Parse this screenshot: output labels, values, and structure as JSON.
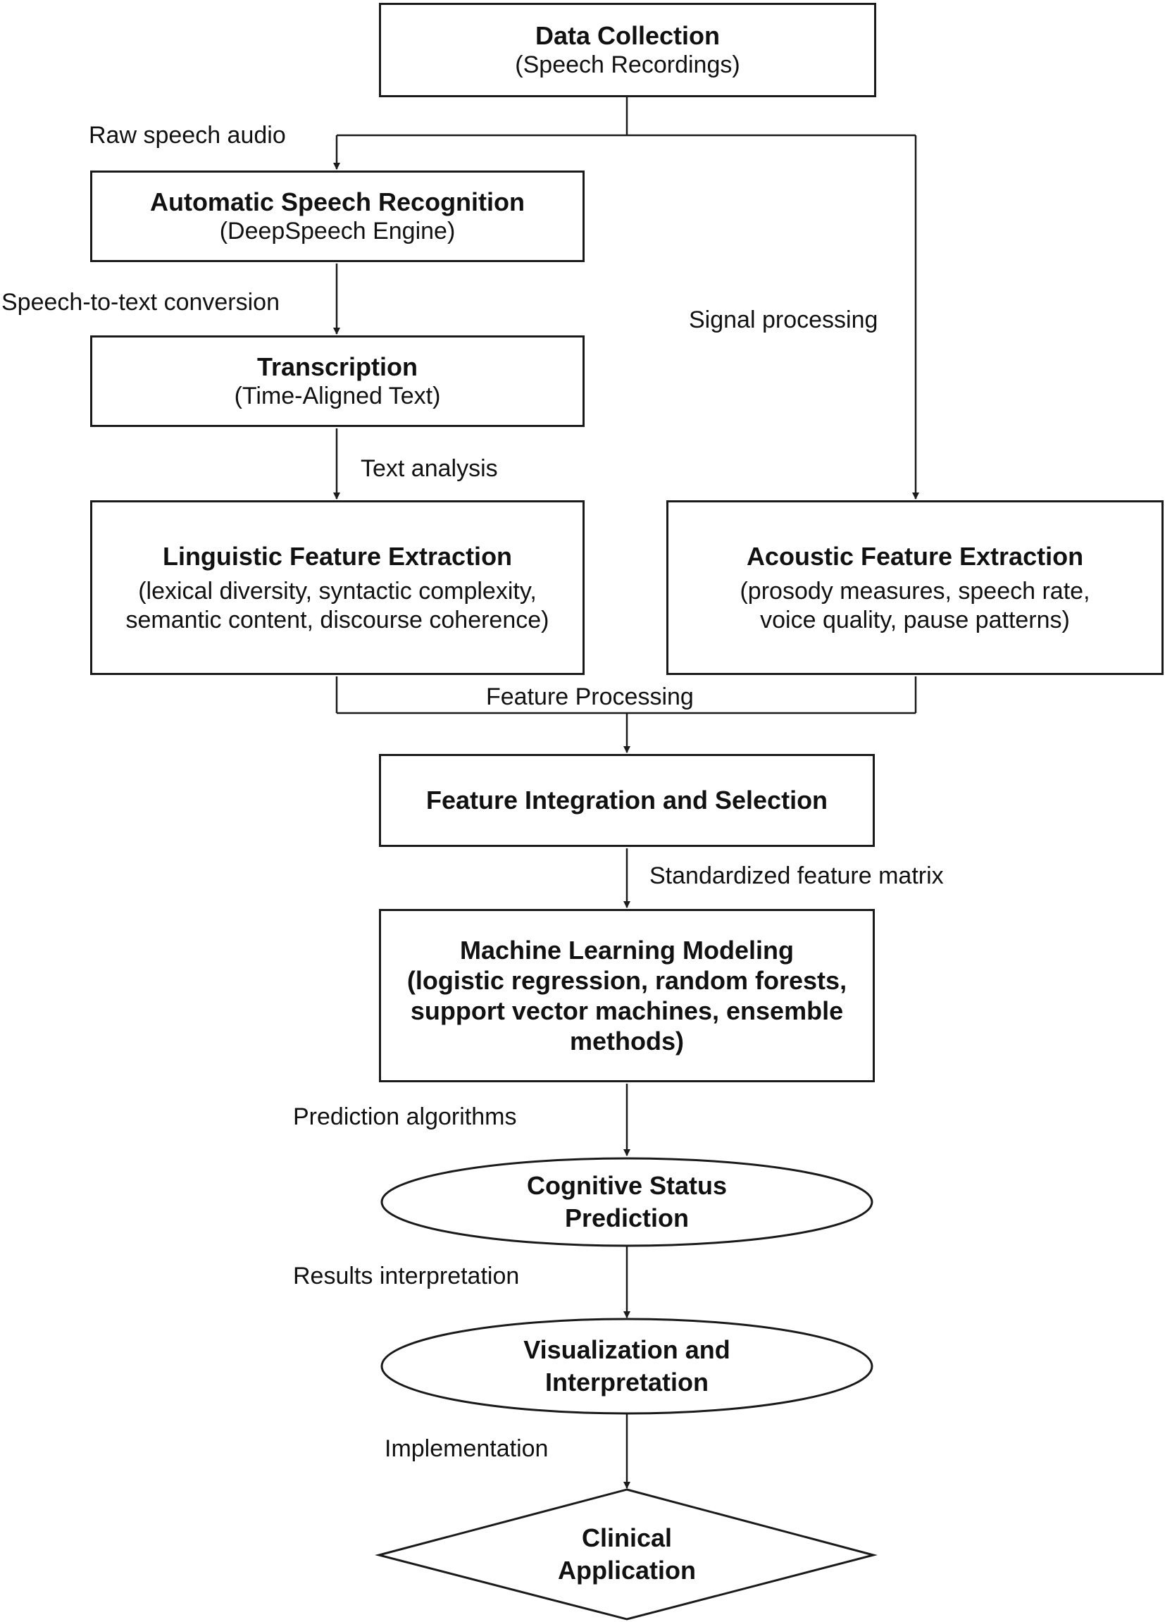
{
  "nodes": {
    "data_collection": {
      "title": "Data Collection",
      "sub": "(Speech Recordings)"
    },
    "asr": {
      "title": "Automatic Speech Recognition",
      "sub": "(DeepSpeech Engine)"
    },
    "transcription": {
      "title": "Transcription",
      "sub": "(Time-Aligned Text)"
    },
    "linguistic": {
      "title": "Linguistic Feature Extraction",
      "sub1": "(lexical diversity, syntactic complexity,",
      "sub2": "semantic content, discourse coherence)"
    },
    "acoustic": {
      "title": "Acoustic Feature Extraction",
      "sub1": "(prosody measures, speech rate,",
      "sub2": "voice quality,  pause patterns)"
    },
    "integration": {
      "title": "Feature Integration and Selection"
    },
    "ml": {
      "title": "Machine Learning Modeling",
      "sub1": "(logistic regression, random forests,",
      "sub2": "support vector machines, ensemble",
      "sub3": "methods)"
    },
    "prediction": {
      "line1": "Cognitive Status",
      "line2": "Prediction"
    },
    "visualization": {
      "line1": "Visualization and",
      "line2": "Interpretation"
    },
    "clinical": {
      "line1": "Clinical",
      "line2": "Application"
    }
  },
  "edges": {
    "raw_audio": "Raw speech audio",
    "speech_to_text": "Speech-to-text conversion",
    "signal_processing": "Signal processing",
    "text_analysis": "Text analysis",
    "feature_processing": "Feature Processing",
    "standardized": "Standardized feature matrix",
    "prediction_algorithms": "Prediction algorithms",
    "results_interpretation": "Results interpretation",
    "implementation": "Implementation"
  }
}
